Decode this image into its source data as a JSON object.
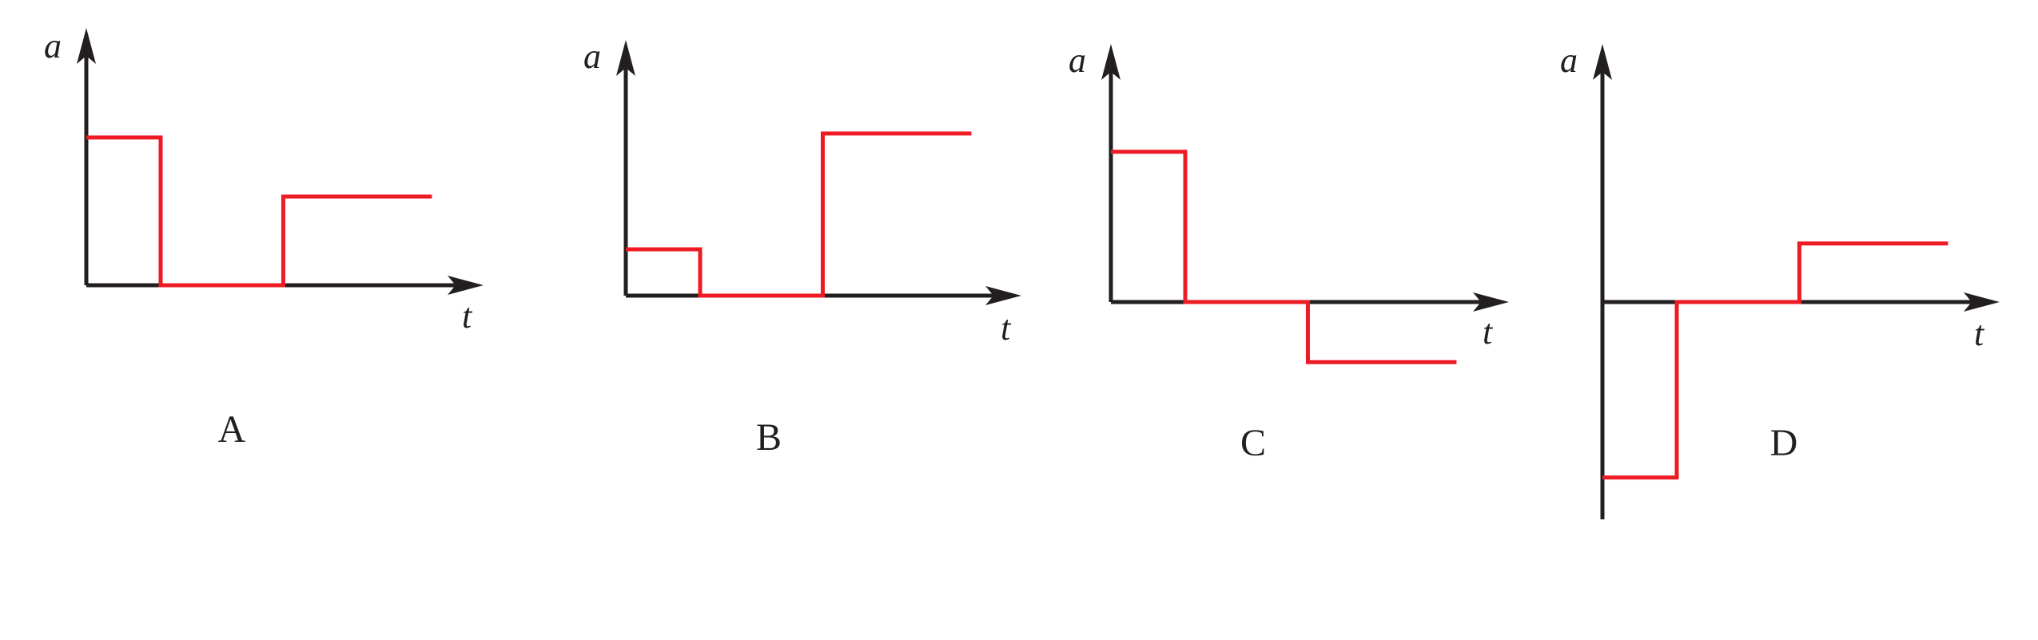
{
  "axes": {
    "y_label": "a",
    "x_label": "t"
  },
  "colors": {
    "axis": "#231f20",
    "graph": "#ed1c24"
  },
  "panels": [
    {
      "label": "A",
      "segments": [
        {
          "level": 1,
          "length": 1
        },
        {
          "level": 0,
          "length": 1.65
        },
        {
          "level": 0.6,
          "length": 2
        }
      ]
    },
    {
      "label": "B",
      "segments": [
        {
          "level": 0.4,
          "length": 1
        },
        {
          "level": 0,
          "length": 1.65
        },
        {
          "level": 1.4,
          "length": 2
        }
      ]
    },
    {
      "label": "C",
      "segments": [
        {
          "level": 1,
          "length": 1
        },
        {
          "level": 0,
          "length": 1.65
        },
        {
          "level": -0.4,
          "length": 2
        }
      ]
    },
    {
      "label": "D",
      "segments": [
        {
          "level": -1.2,
          "length": 1
        },
        {
          "level": 0,
          "length": 1.65
        },
        {
          "level": 0.4,
          "length": 2
        }
      ]
    }
  ]
}
